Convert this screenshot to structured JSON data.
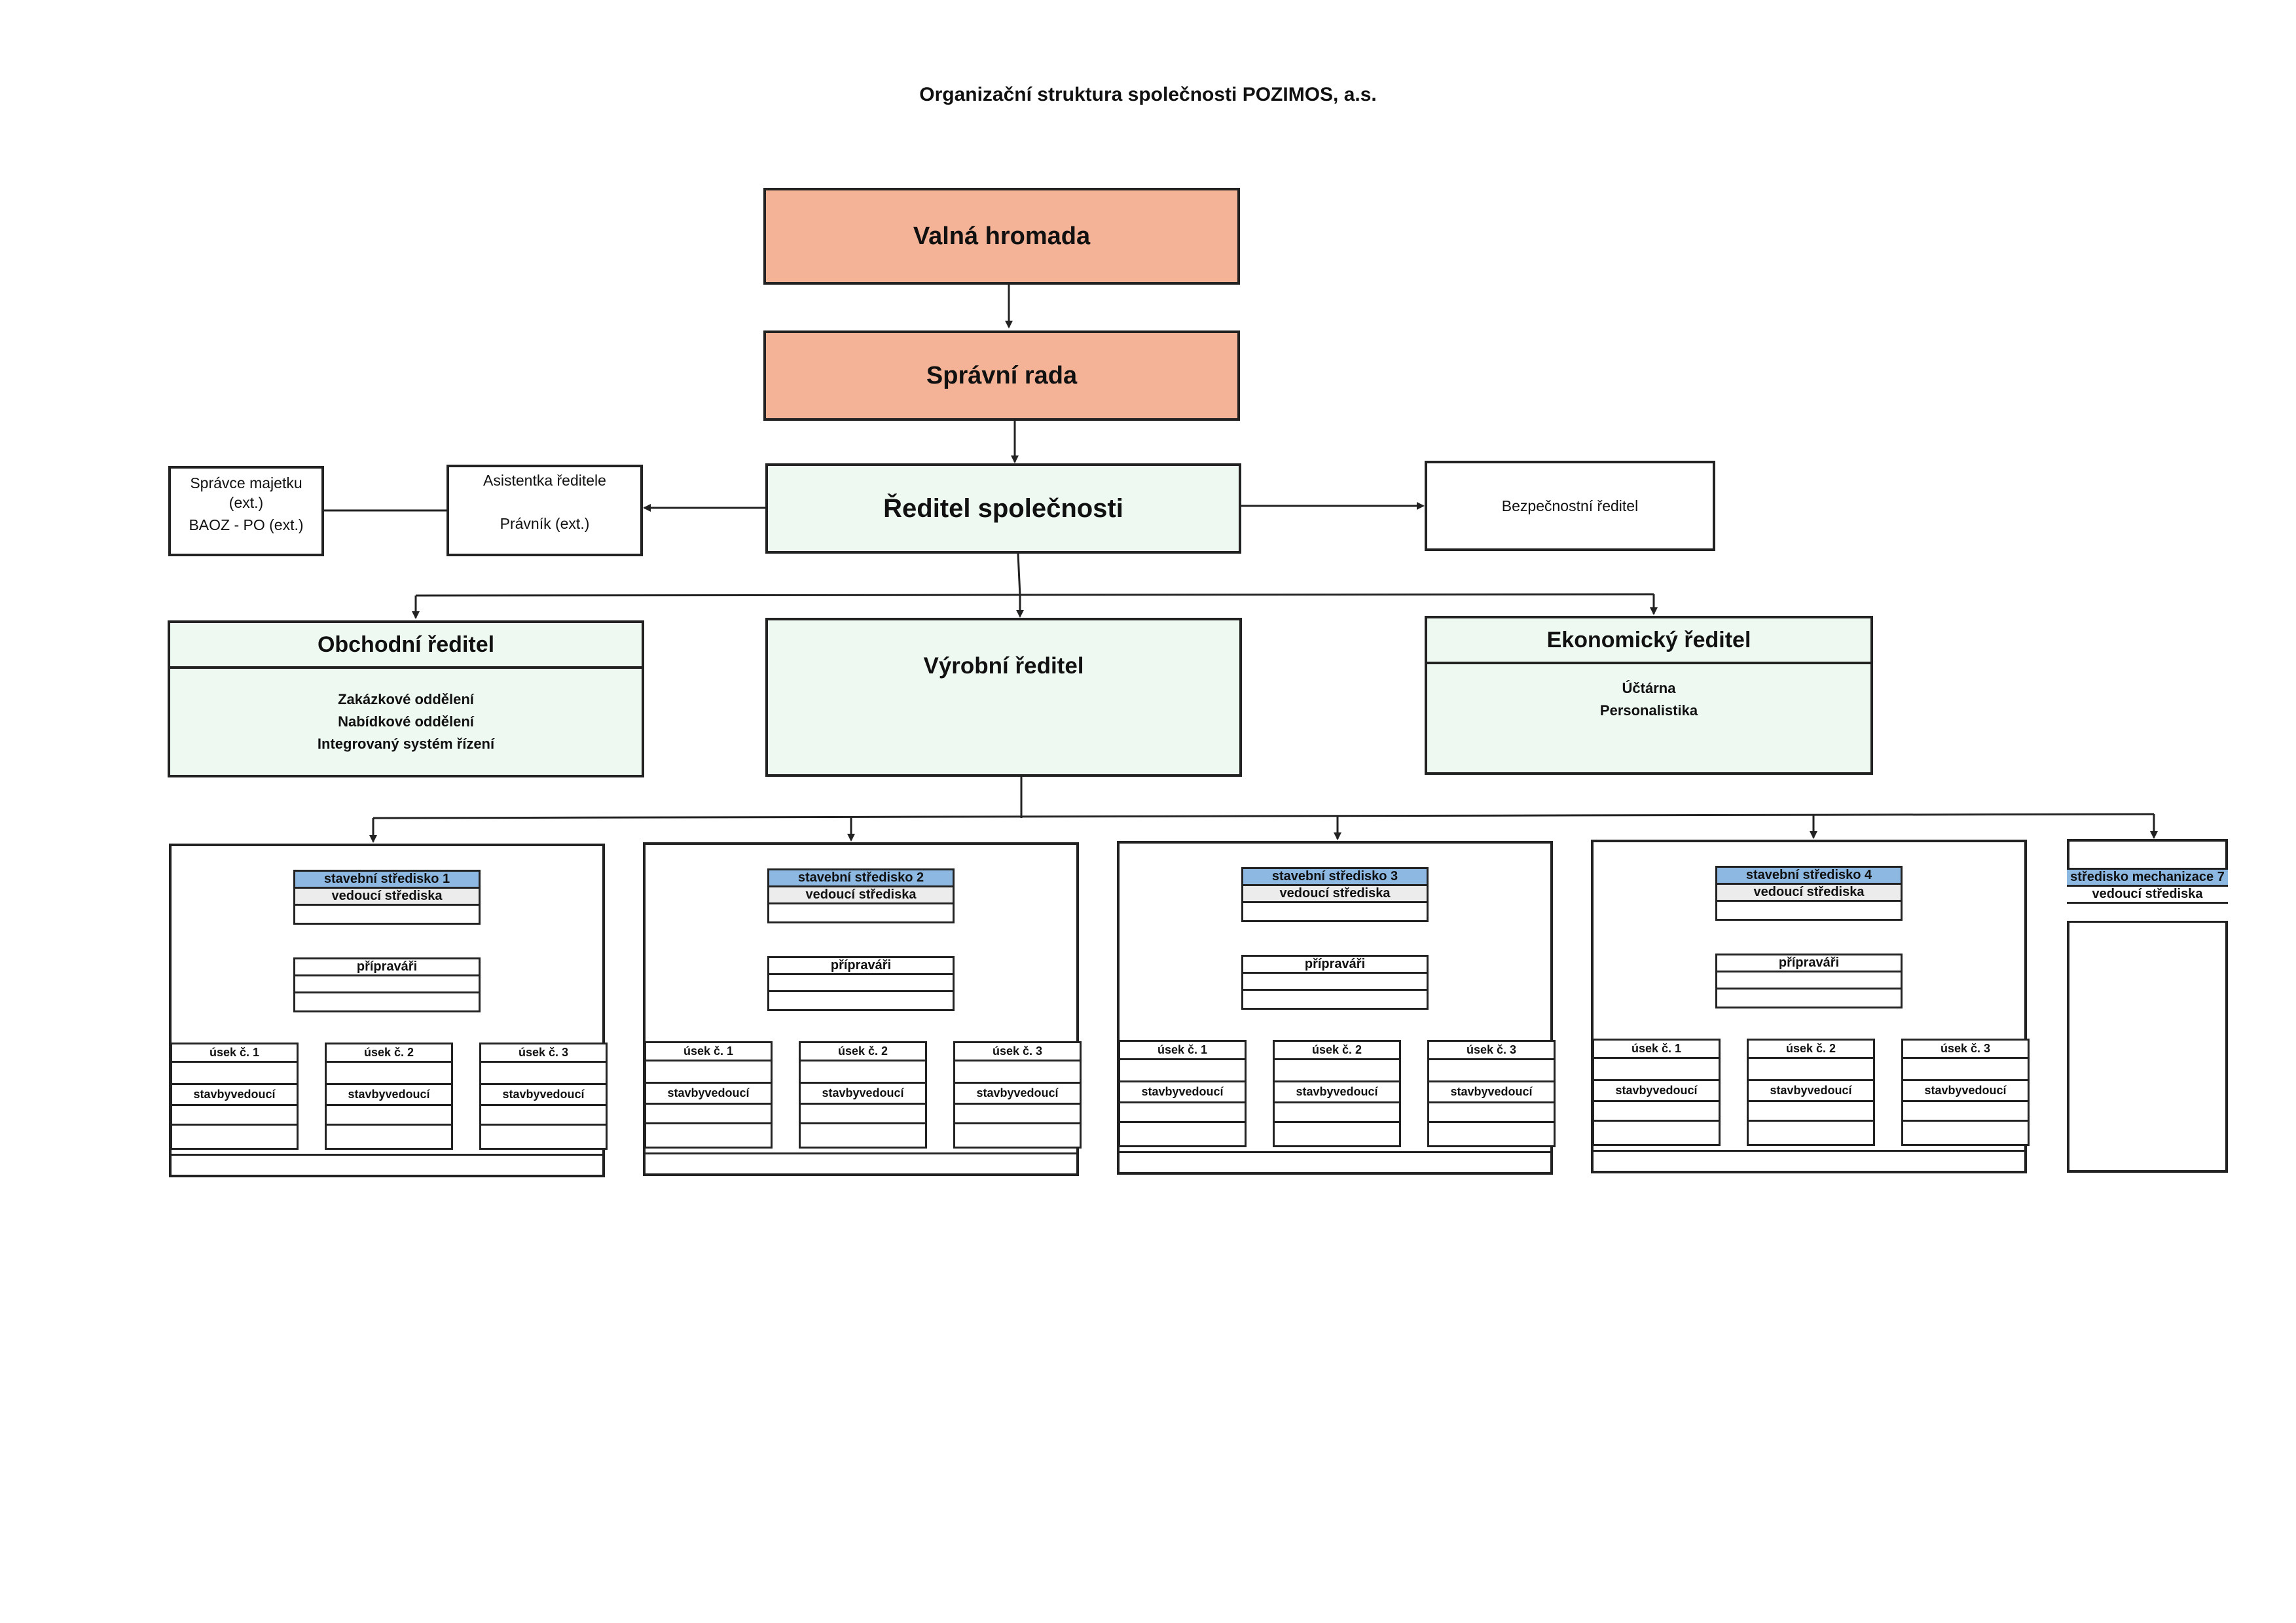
{
  "title": "Organizační struktura společnosti POZIMOS, a.s.",
  "colors": {
    "top_bodies": "#f4b297",
    "management": "#eef9f2",
    "centre_header": "#8db8e2",
    "lines": "#222222"
  },
  "general_meeting": "Valná hromada",
  "board": "Správní rada",
  "ceo": "Ředitel společnosti",
  "left_staff": {
    "line1": "Správce majetku",
    "line2": "(ext.)",
    "line3": "BAOZ - PO (ext.)"
  },
  "assistant": {
    "top": "Asistentka ředitele",
    "bottom": "Právník (ext.)"
  },
  "security_director": "Bezpečnostní ředitel",
  "commercial_director": {
    "title": "Obchodní ředitel",
    "items": [
      "Zakázkové oddělení",
      "Nabídkové oddělení",
      "Integrovaný systém řízení"
    ]
  },
  "production_director": "Výrobní ředitel",
  "economic_director": {
    "title": "Ekonomický ředitel",
    "items": [
      "Účtárna",
      "Personalistika"
    ]
  },
  "centres": [
    {
      "name": "stavební středisko 1",
      "head": "vedoucí střediska",
      "prep": "přípraváři",
      "sections": [
        {
          "name": "úsek č. 1",
          "lead": "stavbyvedoucí"
        },
        {
          "name": "úsek č. 2",
          "lead": "stavbyvedoucí"
        },
        {
          "name": "úsek č. 3",
          "lead": "stavbyvedoucí"
        }
      ]
    },
    {
      "name": "stavební středisko 2",
      "head": "vedoucí střediska",
      "prep": "přípraváři",
      "sections": [
        {
          "name": "úsek č. 1",
          "lead": "stavbyvedoucí"
        },
        {
          "name": "úsek č. 2",
          "lead": "stavbyvedoucí"
        },
        {
          "name": "úsek č. 3",
          "lead": "stavbyvedoucí"
        }
      ]
    },
    {
      "name": "stavební středisko 3",
      "head": "vedoucí střediska",
      "prep": "přípraváři",
      "sections": [
        {
          "name": "úsek č. 1",
          "lead": "stavbyvedoucí"
        },
        {
          "name": "úsek č. 2",
          "lead": "stavbyvedoucí"
        },
        {
          "name": "úsek č. 3",
          "lead": "stavbyvedoucí"
        }
      ]
    },
    {
      "name": "stavební středisko 4",
      "head": "vedoucí střediska",
      "prep": "přípraváři",
      "sections": [
        {
          "name": "úsek č. 1",
          "lead": "stavbyvedoucí"
        },
        {
          "name": "úsek č. 2",
          "lead": "stavbyvedoucí"
        },
        {
          "name": "úsek č. 3",
          "lead": "stavbyvedoucí"
        }
      ]
    }
  ],
  "mechanization": {
    "name": "středisko mechanizace 7",
    "head": "vedoucí střediska"
  }
}
